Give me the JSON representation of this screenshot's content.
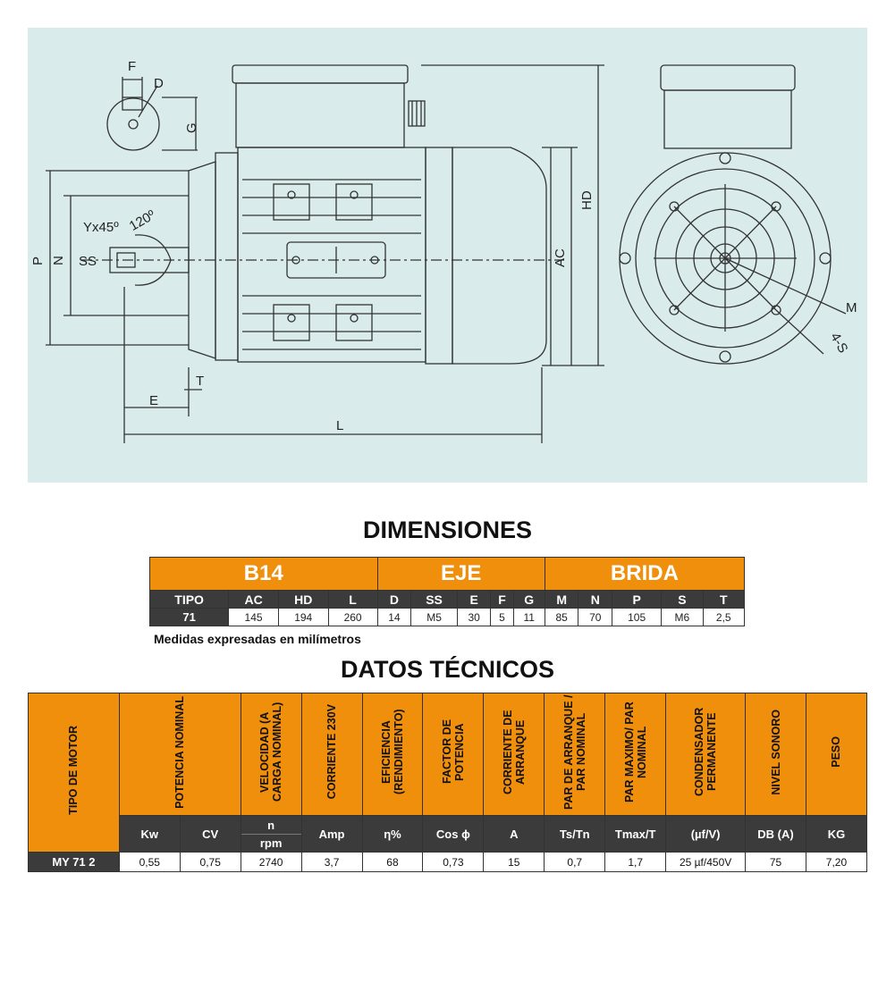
{
  "drawing": {
    "labels": {
      "F": "F",
      "D": "D",
      "G": "G",
      "Y": "Yx45º",
      "angle": "120º",
      "SS": "SS",
      "P": "P",
      "N": "N",
      "E": "E",
      "T": "T",
      "L": "L",
      "HD": "HD",
      "AC": "AC",
      "M": "M",
      "S": "4-S"
    },
    "colors": {
      "background": "#d9ebeb",
      "line": "#333333"
    }
  },
  "dimensions": {
    "title": "DIMENSIONES",
    "groups": [
      "B14",
      "EJE",
      "BRIDA"
    ],
    "headers": [
      "TIPO",
      "AC",
      "HD",
      "L",
      "D",
      "SS",
      "E",
      "F",
      "G",
      "M",
      "N",
      "P",
      "S",
      "T"
    ],
    "row": [
      "71",
      "145",
      "194",
      "260",
      "14",
      "M5",
      "30",
      "5",
      "11",
      "85",
      "70",
      "105",
      "M6",
      "2,5"
    ],
    "note": "Medidas expresadas en milímetros"
  },
  "datos": {
    "title": "DATOS TÉCNICOS",
    "headers": {
      "tipo": "TIPO DE MOTOR",
      "potencia": "POTENCIA NOMINAL",
      "velocidad": "VELOCIDAD (A CARGA NOMINAL)",
      "corriente": "CORRIENTE 230V",
      "eficiencia": "EFICIENCIA (RENDIMIENTO)",
      "factor": "FACTOR DE POTENCIA",
      "arranque": "CORRIENTE DE ARRANQUE",
      "par_arranque": "PAR DE ARRANQUE / PAR NOMINAL",
      "par_max": "PAR MAXIMO/ PAR NOMINAL",
      "condensador": "CONDENSADOR PERMANENTE",
      "nivel": "NIVEL SONORO",
      "peso": "PESO"
    },
    "units": {
      "kw": "Kw",
      "cv": "CV",
      "n": "n",
      "rpm": "rpm",
      "amp": "Amp",
      "eta": "η%",
      "cos": "Cos ϕ",
      "a": "A",
      "tstn": "Ts/Tn",
      "tmax": "Tmax/T",
      "uf": "(µf/V)",
      "db": "DB (A)",
      "kg": "KG"
    },
    "row": [
      "MY 71 2",
      "0,55",
      "0,75",
      "2740",
      "3,7",
      "68",
      "0,73",
      "15",
      "0,7",
      "1,7",
      "25 µf/450V",
      "75",
      "7,20"
    ]
  }
}
